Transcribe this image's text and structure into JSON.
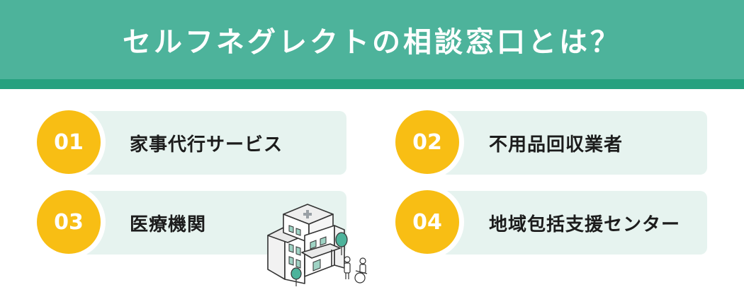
{
  "header": {
    "title": "セルフネグレクトの相談窓口とは？"
  },
  "items": [
    {
      "number": "01",
      "label": "家事代行サービス"
    },
    {
      "number": "02",
      "label": "不用品回収業者"
    },
    {
      "number": "03",
      "label": "医療機関"
    },
    {
      "number": "04",
      "label": "地域包括支援センター"
    }
  ],
  "colors": {
    "header": "#4db39b",
    "header_stripe": "#26a17f",
    "card": "#e6f3ef",
    "badge": "#f8be14"
  },
  "illustration": {
    "icon": "hospital-building-icon"
  }
}
